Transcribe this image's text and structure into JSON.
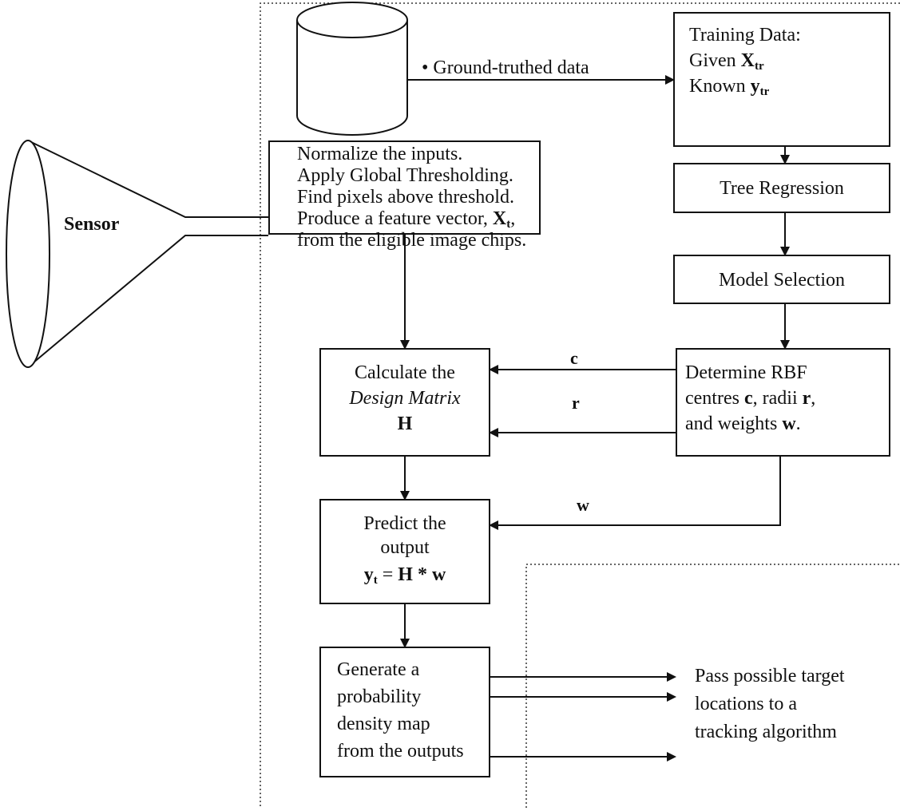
{
  "database": {
    "edge_label": "Ground-truthed data"
  },
  "training_box": {
    "line1": "Training Data:",
    "given_prefix": "Given ",
    "given_var": "X",
    "given_sub": "tr",
    "known_prefix": "Known ",
    "known_var": "y",
    "known_sub": "tr"
  },
  "sensor": {
    "label": "Sensor"
  },
  "normalize_box": {
    "line1": "Normalize the inputs.",
    "line2": "Apply Global Thresholding.",
    "line3": "Find pixels above threshold.",
    "line4_prefix": "Produce a feature vector, ",
    "line4_var": "X",
    "line4_sub": "t",
    "line4_suffix": ",",
    "line5": "from the eligible image chips."
  },
  "tree_box": {
    "label": "Tree Regression"
  },
  "model_box": {
    "label": "Model Selection"
  },
  "design_box": {
    "line1": "Calculate the",
    "line2": "Design Matrix",
    "line3": "H"
  },
  "rbf_box": {
    "line1": "Determine RBF",
    "line2_a": "centres ",
    "line2_c": "c",
    "line2_b": ", radii ",
    "line2_r": "r",
    "line2_end": ",",
    "line3_a": "and weights ",
    "line3_w": "w",
    "line3_end": "."
  },
  "edges": {
    "c": "c",
    "r": "r",
    "w": "w"
  },
  "predict_box": {
    "line1": "Predict the",
    "line2": "output",
    "eq_y": "y",
    "eq_sub": "t",
    "eq_rest_a": " = ",
    "eq_H": "H",
    "eq_star": " * ",
    "eq_w": "w"
  },
  "generate_box": {
    "line1": "Generate a",
    "line2": "probability",
    "line3": "density map",
    "line4": "from the outputs"
  },
  "output_text": {
    "line1": "Pass possible target",
    "line2": "locations to a",
    "line3": "tracking algorithm"
  }
}
